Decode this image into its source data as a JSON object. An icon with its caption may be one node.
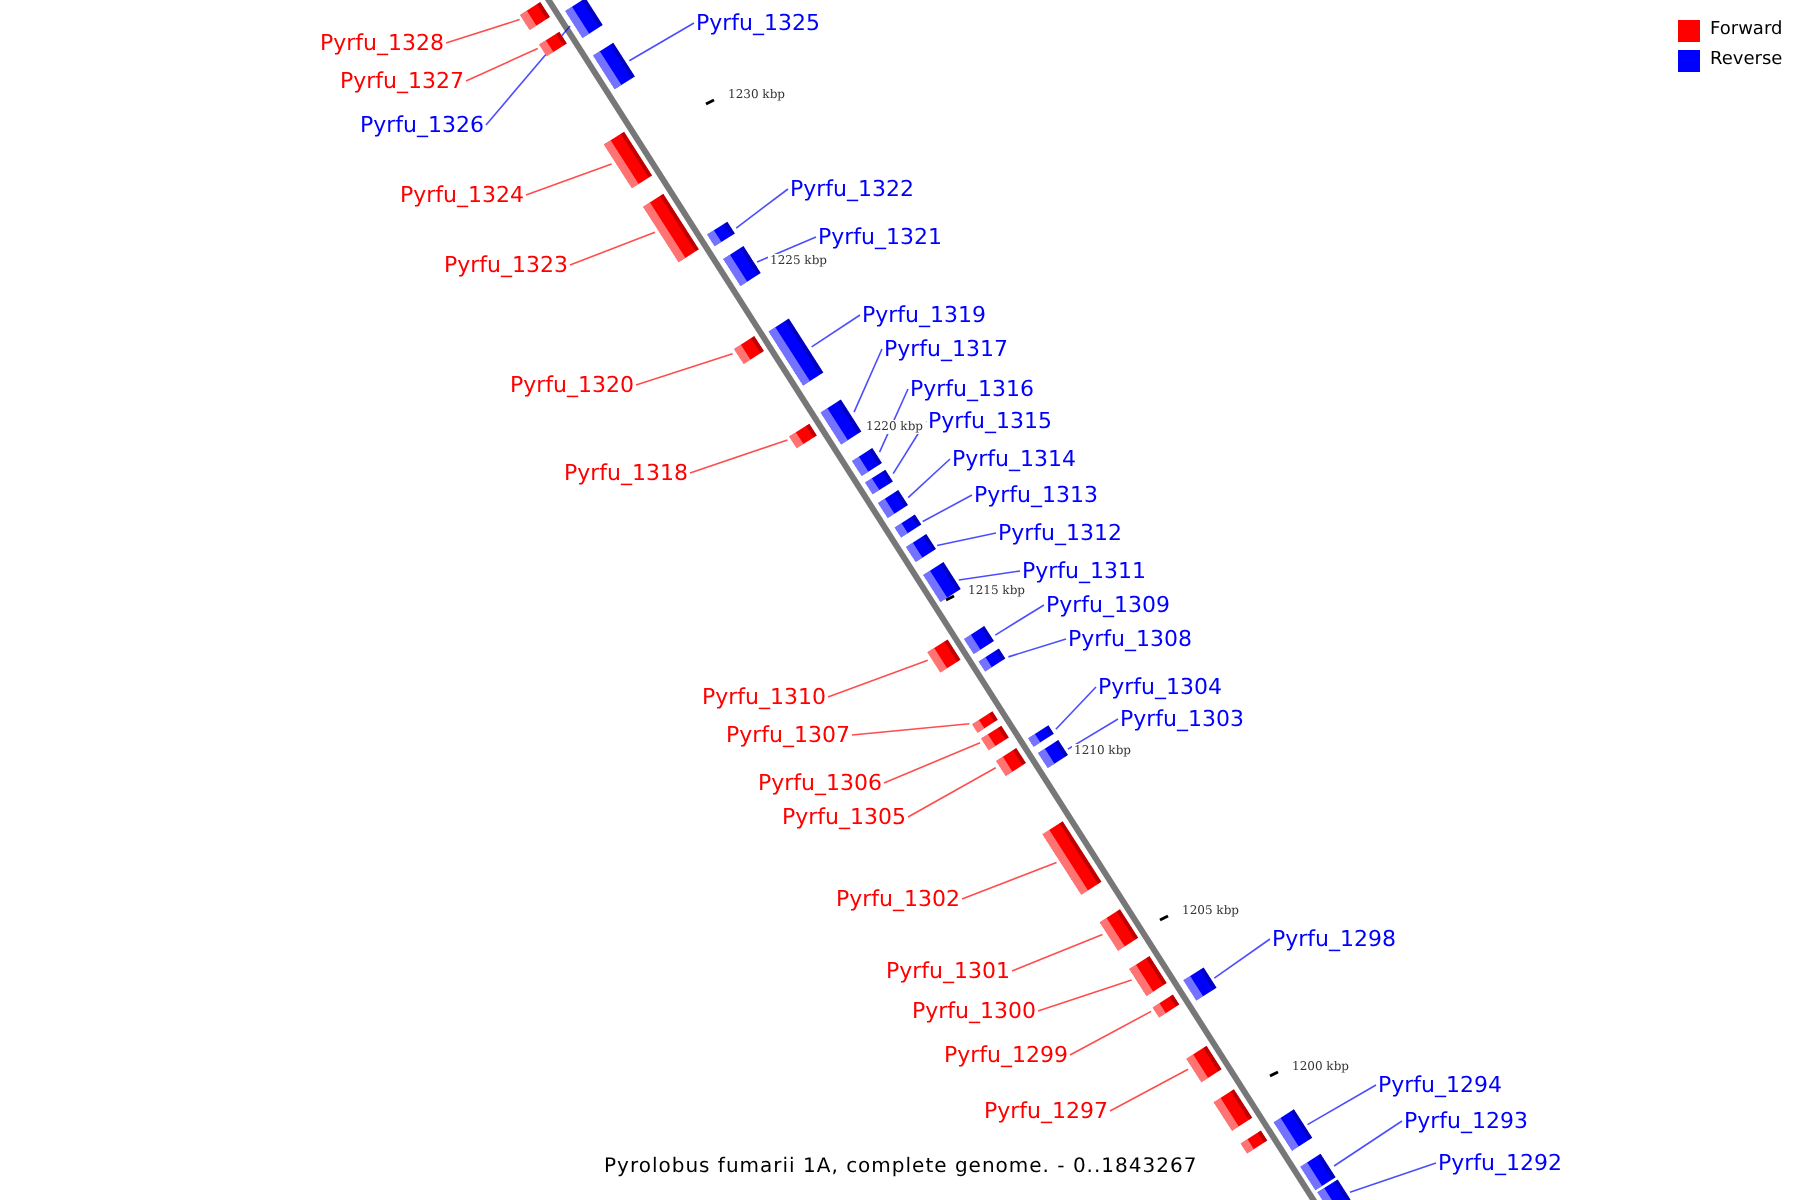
{
  "diagram": {
    "caption": "Pyrolobus fumarii 1A, complete genome. - 0..1843267",
    "nodes": [
      {
        "text": [
          "Pyrfu_1328"
        ]
      },
      {
        "text": [
          "Pyrfu_1325"
        ]
      },
      {
        "text": [
          "Pyrfu_1327"
        ]
      },
      {
        "text": [
          "Pyrfu_1326"
        ]
      },
      {
        "text": [
          "Pyrfu_1324"
        ]
      },
      {
        "text": [
          "Pyrfu_1322"
        ]
      },
      {
        "text": [
          "Pyrfu_1323"
        ]
      },
      {
        "text": [
          "Pyrfu_1321"
        ]
      },
      {
        "text": [
          "Pyrfu_1319"
        ]
      },
      {
        "text": [
          "Pyrfu_1320"
        ]
      },
      {
        "text": [
          "Pyrfu_1317"
        ]
      },
      {
        "text": [
          "Pyrfu_1316"
        ]
      },
      {
        "text": [
          "Pyrfu_1315"
        ]
      },
      {
        "text": [
          "Pyrfu_1314"
        ]
      },
      {
        "text": [
          "Pyrfu_1313"
        ]
      },
      {
        "text": [
          "Pyrfu_1312"
        ]
      },
      {
        "text": [
          "Pyrfu_1318"
        ]
      },
      {
        "text": [
          "Pyrfu_1311"
        ]
      },
      {
        "text": [
          "Pyrfu_1309"
        ]
      },
      {
        "text": [
          "Pyrfu_1308"
        ]
      },
      {
        "text": [
          "Pyrfu_1310"
        ]
      },
      {
        "text": [
          "Pyrfu_1304"
        ]
      },
      {
        "text": [
          "Pyrfu_1303"
        ]
      },
      {
        "text": [
          "Pyrfu_1307"
        ]
      },
      {
        "text": [
          "Pyrfu_1306"
        ]
      },
      {
        "text": [
          "Pyrfu_1305"
        ]
      },
      {
        "text": [
          "Pyrfu_1302"
        ]
      },
      {
        "text": [
          "Pyrfu_1298"
        ]
      },
      {
        "text": [
          "Pyrfu_1301"
        ]
      },
      {
        "text": [
          "Pyrfu_1300"
        ]
      },
      {
        "text": [
          "Pyrfu_1299"
        ]
      },
      {
        "text": [
          "Pyrfu_1297"
        ]
      },
      {
        "text": [
          "Pyrfu_1294"
        ]
      },
      {
        "text": [
          "Pyrfu_1293"
        ]
      },
      {
        "text": [
          "Pyrfu_1292"
        ]
      },
      {
        "text": [],
        "shape": "bar"
      },
      {
        "text": [],
        "shape": "bar"
      },
      {
        "text": [],
        "shape": "bar"
      },
      {
        "text": [],
        "shape": "bar"
      },
      {
        "text": [],
        "shape": "bar"
      },
      {
        "text": [],
        "shape": "bar"
      },
      {
        "text": [],
        "shape": "bar"
      },
      {
        "text": [],
        "shape": "bar"
      },
      {
        "text": [],
        "shape": "bar"
      },
      {
        "text": [],
        "shape": "bar"
      },
      {
        "text": [],
        "shape": "bar"
      },
      {
        "text": [],
        "shape": "bar"
      },
      {
        "text": [],
        "shape": "bar"
      },
      {
        "text": [],
        "shape": "bar"
      },
      {
        "text": [],
        "shape": "bar"
      },
      {
        "text": [],
        "shape": "bar"
      },
      {
        "text": [],
        "shape": "bar"
      },
      {
        "text": [],
        "shape": "bar"
      },
      {
        "text": [],
        "shape": "bar"
      },
      {
        "text": [],
        "shape": "bar"
      },
      {
        "text": [],
        "shape": "bar"
      },
      {
        "text": [],
        "shape": "bar"
      },
      {
        "text": [],
        "shape": "bar"
      },
      {
        "text": [],
        "shape": "bar"
      },
      {
        "text": [],
        "shape": "bar"
      },
      {
        "text": [],
        "shape": "bar"
      },
      {
        "text": [],
        "shape": "bar"
      },
      {
        "text": [],
        "shape": "bar"
      },
      {
        "text": [],
        "shape": "bar"
      },
      {
        "text": [],
        "shape": "bar"
      },
      {
        "text": [],
        "shape": "bar"
      },
      {
        "text": [],
        "shape": "bar"
      },
      {
        "text": [],
        "shape": "bar"
      },
      {
        "text": [],
        "shape": "bar"
      },
      {
        "text": [],
        "shape": "bar"
      },
      {
        "text": [],
        "shape": "bar"
      },
      {
        "text": [],
        "shape": "bar"
      }
    ],
    "edges": [
      {
        "from": 0,
        "to": 35,
        "arrow": "none",
        "color": "#ff0000"
      },
      {
        "from": 1,
        "to": 38,
        "arrow": "none"
      },
      {
        "from": 2,
        "to": 37,
        "arrow": "none",
        "color": "#ff0000"
      },
      {
        "from": 3,
        "to": 36,
        "arrow": "none"
      },
      {
        "from": 4,
        "to": 39,
        "arrow": "none",
        "color": "#ff0000"
      },
      {
        "from": 5,
        "to": 41,
        "arrow": "none"
      },
      {
        "from": 6,
        "to": 40,
        "arrow": "none",
        "color": "#ff0000"
      },
      {
        "from": 7,
        "to": 42,
        "arrow": "none"
      },
      {
        "from": 8,
        "to": 44,
        "arrow": "none"
      },
      {
        "from": 9,
        "to": 43,
        "arrow": "none",
        "color": "#ff0000"
      },
      {
        "from": 10,
        "to": 46,
        "arrow": "none"
      },
      {
        "from": 11,
        "to": 47,
        "arrow": "none"
      },
      {
        "from": 12,
        "to": 48,
        "arrow": "none"
      },
      {
        "from": 13,
        "to": 49,
        "arrow": "none"
      },
      {
        "from": 14,
        "to": 50,
        "arrow": "none"
      },
      {
        "from": 15,
        "to": 51,
        "arrow": "none"
      },
      {
        "from": 16,
        "to": 45,
        "arrow": "none",
        "color": "#ff0000"
      },
      {
        "from": 17,
        "to": 52,
        "arrow": "none"
      },
      {
        "from": 18,
        "to": 54,
        "arrow": "none"
      },
      {
        "from": 19,
        "to": 55,
        "arrow": "none"
      },
      {
        "from": 20,
        "to": 53,
        "arrow": "none",
        "color": "#ff0000"
      },
      {
        "from": 21,
        "to": 58,
        "arrow": "none"
      },
      {
        "from": 22,
        "to": 60,
        "arrow": "none"
      },
      {
        "from": 23,
        "to": 56,
        "arrow": "none",
        "color": "#ff0000"
      },
      {
        "from": 24,
        "to": 57,
        "arrow": "none",
        "color": "#ff0000"
      },
      {
        "from": 25,
        "to": 59,
        "arrow": "none",
        "color": "#ff0000"
      },
      {
        "from": 26,
        "to": 61,
        "arrow": "none",
        "color": "#ff0000"
      },
      {
        "from": 27,
        "to": 64,
        "arrow": "none"
      },
      {
        "from": 28,
        "to": 62,
        "arrow": "none",
        "color": "#ff0000"
      },
      {
        "from": 29,
        "to": 63,
        "arrow": "none",
        "color": "#ff0000"
      },
      {
        "from": 30,
        "to": 65,
        "arrow": "none",
        "color": "#ff0000"
      },
      {
        "from": 31,
        "to": 66,
        "arrow": "none",
        "color": "#ff0000"
      },
      {
        "from": 32,
        "to": 69,
        "arrow": "none"
      },
      {
        "from": 33,
        "to": 70,
        "arrow": "none"
      },
      {
        "from": 34,
        "to": 71,
        "arrow": "none"
      }
    ],
    "labels": [
      "1230 kbp",
      "1225 kbp",
      "1220 kbp",
      "1215 kbp",
      "1210 kbp",
      "1205 kbp",
      "1200 kbp"
    ],
    "legend": [
      {
        "text": "Forward",
        "color": "#ff0000"
      },
      {
        "text": "Reverse",
        "color": "#0000ff"
      }
    ]
  }
}
